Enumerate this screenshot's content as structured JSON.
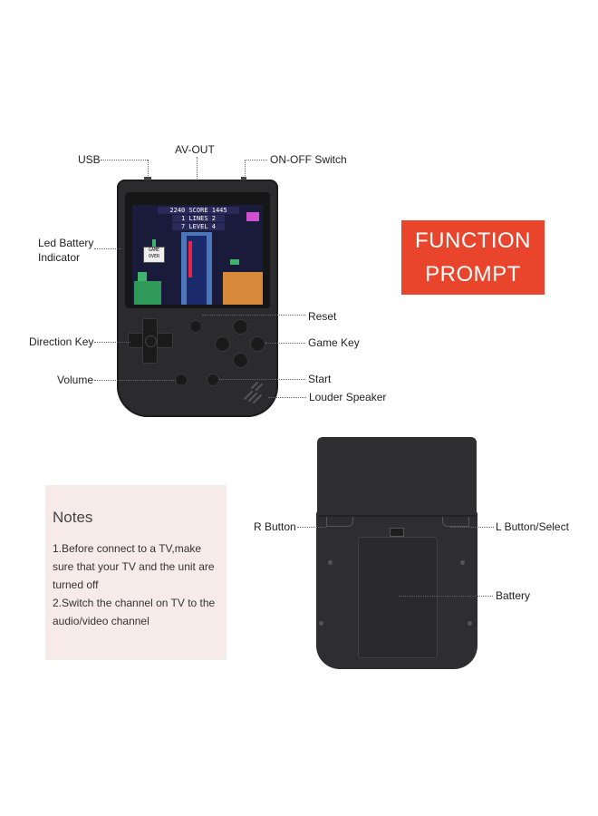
{
  "labels": {
    "usb": "USB",
    "av_out": "AV-OUT",
    "on_off": "ON-OFF Switch",
    "led_battery_1": "Led Battery",
    "led_battery_2": "Indicator",
    "reset": "Reset",
    "direction_key": "Direction Key",
    "game_key": "Game Key",
    "volume": "Volume",
    "start": "Start",
    "louder_speaker": "Louder Speaker",
    "r_button": "R Button",
    "l_button": "L Button/Select",
    "battery": "Battery"
  },
  "banner": {
    "line1": "FUNCTION",
    "line2": "PROMPT",
    "color": "#e8452c"
  },
  "notes": {
    "title": "Notes",
    "lines": [
      "1.Before connect to a TV,make",
      "sure that your TV and the unit are",
      "turned off",
      "2.Switch the channel on TV to the",
      "audio/video channel"
    ]
  },
  "screen": {
    "score_line": "2240 SCORE 1445",
    "lines_line": "1 LINES 2",
    "level_line": "7 LEVEL 4",
    "gameover_1": "GAME",
    "gameover_2": "OVER"
  },
  "icons": [
    "dpad-icon",
    "speaker-grille-icon"
  ]
}
